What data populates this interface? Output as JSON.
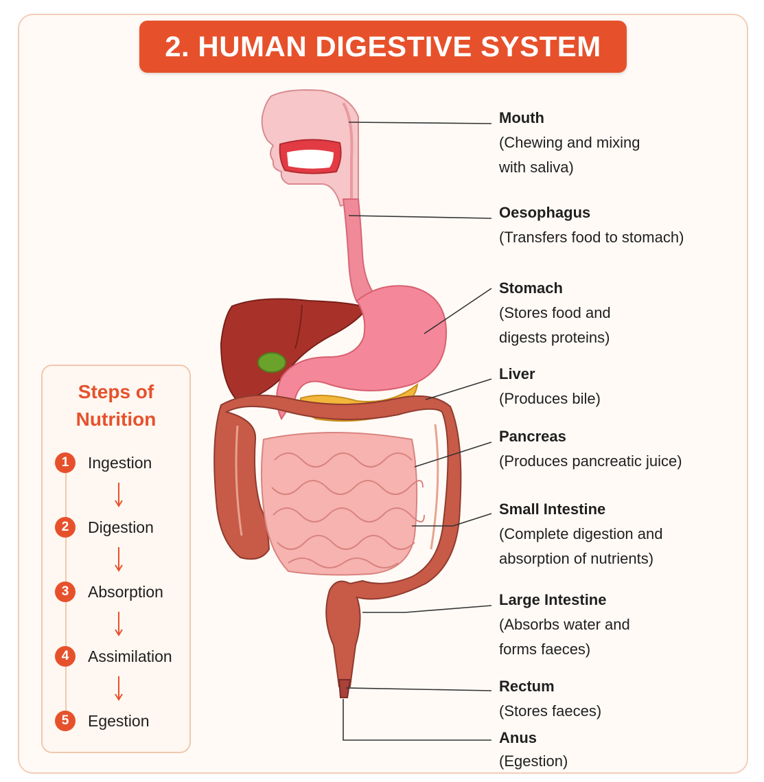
{
  "title": "2. HUMAN DIGESTIVE SYSTEM",
  "colors": {
    "accent": "#e6512c",
    "organ_pink": "#f08a98",
    "liver": "#a8322a",
    "intestine_large": "#c85a48",
    "intestine_small": "#f6b3b0",
    "pancreas": "#f2b63a",
    "gallbladder": "#6aa22c"
  },
  "organs": [
    {
      "name": "Mouth",
      "desc": "(Chewing and mixing\nwith saliva)"
    },
    {
      "name": "Oesophagus",
      "desc": "(Transfers food to stomach)"
    },
    {
      "name": "Stomach",
      "desc": "(Stores food and\ndigests proteins)"
    },
    {
      "name": "Liver",
      "desc": "(Produces bile)"
    },
    {
      "name": "Pancreas",
      "desc": "(Produces pancreatic juice)"
    },
    {
      "name": "Small Intestine",
      "desc": "(Complete digestion and\nabsorption of nutrients)"
    },
    {
      "name": "Large Intestine",
      "desc": "(Absorbs water and\nforms faeces)"
    },
    {
      "name": "Rectum",
      "desc": "(Stores faeces)"
    },
    {
      "name": "Anus",
      "desc": "(Egestion)"
    }
  ],
  "steps": {
    "title": "Steps of\nNutrition",
    "items": [
      {
        "num": "1",
        "label": "Ingestion"
      },
      {
        "num": "2",
        "label": "Digestion"
      },
      {
        "num": "3",
        "label": "Absorption"
      },
      {
        "num": "4",
        "label": "Assimilation"
      },
      {
        "num": "5",
        "label": "Egestion"
      }
    ]
  }
}
